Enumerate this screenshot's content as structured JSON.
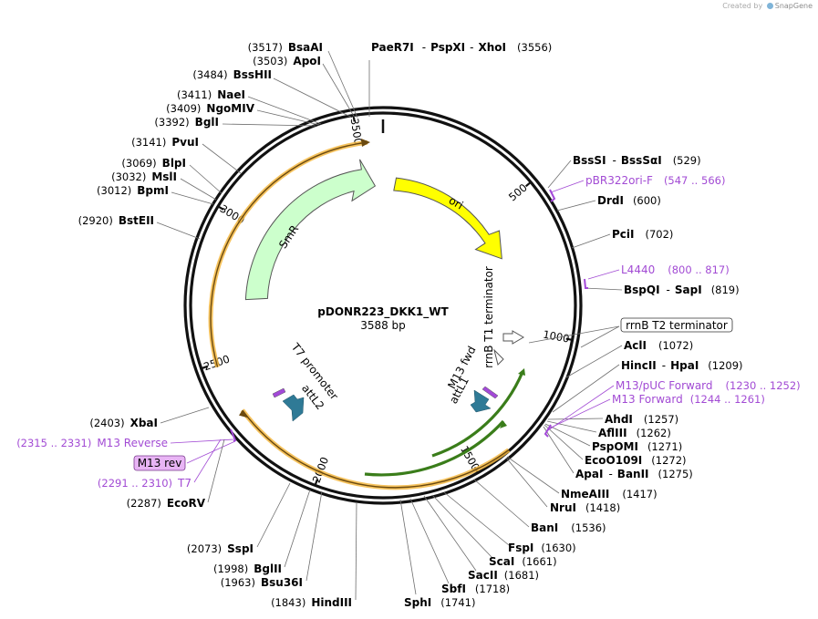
{
  "credit": {
    "prefix": "Created by",
    "brand": "SnapGene"
  },
  "plasmid": {
    "name": "pDONR223_DKK1_WT",
    "size_label": "3588 bp",
    "length": 3588
  },
  "ruler": [
    {
      "pos": 500,
      "label": "500"
    },
    {
      "pos": 1000,
      "label": "1000"
    },
    {
      "pos": 1500,
      "label": "1500"
    },
    {
      "pos": 2000,
      "label": "2000"
    },
    {
      "pos": 2500,
      "label": "2500"
    },
    {
      "pos": 3000,
      "label": "3000"
    },
    {
      "pos": 3500,
      "label": "3500"
    }
  ],
  "features": [
    {
      "name": "SmR",
      "color": "#ccffcc",
      "stroke": "#555555"
    },
    {
      "name": "ori",
      "color": "#ffff00",
      "stroke": "#555555"
    },
    {
      "name": "rrnB T1 terminator",
      "color": "#ffffff",
      "stroke": "#555555"
    },
    {
      "name": "M13 fwd",
      "color": "#a349d8"
    },
    {
      "name": "attL1",
      "color": "#2f7a96"
    },
    {
      "name": "T7 promoter",
      "color": "#a349d8"
    },
    {
      "name": "attL2",
      "color": "#2f7a96"
    },
    {
      "name": "ORF arc",
      "color": "#3a7d1a"
    },
    {
      "name": "ORF highlight",
      "color": "#f5b942"
    }
  ],
  "labels": {
    "paer7i": {
      "name": "PaeR7I",
      "sep1": "-",
      "name2": "PspXI",
      "sep2": "-",
      "name3": "XhoI",
      "pos": "(3556)"
    },
    "bsaai": {
      "pos": "(3517)",
      "name": "BsaAI"
    },
    "apoi": {
      "pos": "(3503)",
      "name": "ApoI"
    },
    "bsshii": {
      "pos": "(3484)",
      "name": "BssHII"
    },
    "naei": {
      "pos": "(3411)",
      "name": "NaeI"
    },
    "ngomiv": {
      "pos": "(3409)",
      "name": "NgoMIV"
    },
    "bgli": {
      "pos": "(3392)",
      "name": "BglI"
    },
    "pvui": {
      "pos": "(3141)",
      "name": "PvuI"
    },
    "blpi": {
      "pos": "(3069)",
      "name": "BlpI"
    },
    "msli": {
      "pos": "(3032)",
      "name": "MslI"
    },
    "bpmi": {
      "pos": "(3012)",
      "name": "BpmI"
    },
    "bsteii": {
      "pos": "(2920)",
      "name": "BstEII"
    },
    "xbai": {
      "pos": "(2403)",
      "name": "XbaI"
    },
    "m13rev_primer": {
      "pos": "(2315 .. 2331)",
      "name": "M13 Reverse"
    },
    "m13rev_box": {
      "name": "M13 rev"
    },
    "t7_primer": {
      "pos": "(2291 .. 2310)",
      "name": "T7"
    },
    "ecorv": {
      "pos": "(2287)",
      "name": "EcoRV"
    },
    "sspi": {
      "pos": "(2073)",
      "name": "SspI"
    },
    "bglii": {
      "pos": "(1998)",
      "name": "BglII"
    },
    "bsu36i": {
      "pos": "(1963)",
      "name": "Bsu36I"
    },
    "hindiii": {
      "pos": "(1843)",
      "name": "HindIII"
    },
    "sphi": {
      "name": "SphI",
      "pos": "(1741)"
    },
    "sbfi": {
      "name": "SbfI",
      "pos": "(1718)"
    },
    "sacii": {
      "name": "SacII",
      "pos": "(1681)"
    },
    "scai": {
      "name": "ScaI",
      "pos": "(1661)"
    },
    "fspi": {
      "name": "FspI",
      "pos": "(1630)"
    },
    "bani": {
      "name": "BanI",
      "pos": "(1536)"
    },
    "nrui": {
      "name": "NruI",
      "pos": "(1418)"
    },
    "nmeaiii": {
      "name": "NmeAIII",
      "pos": "(1417)"
    },
    "apai": {
      "name": "ApaI",
      "sep": "-",
      "name2": "BanII",
      "pos": "(1275)"
    },
    "eco0109i": {
      "name": "EcoO109I",
      "pos": "(1272)"
    },
    "pspomi": {
      "name": "PspOMI",
      "pos": "(1271)"
    },
    "aflii": {
      "name": "AflIII",
      "pos": "(1262)"
    },
    "ahdi": {
      "name": "AhdI",
      "pos": "(1257)"
    },
    "m13fwd_primer": {
      "name": "M13 Forward",
      "pos": "(1244 .. 1261)"
    },
    "m13puc_primer": {
      "name": "M13/pUC Forward",
      "pos": "(1230 .. 1252)"
    },
    "hincii": {
      "name": "HincII",
      "sep": "-",
      "name2": "HpaI",
      "pos": "(1209)"
    },
    "acli": {
      "name": "AclI",
      "pos": "(1072)"
    },
    "rrnbt2": {
      "name": "rrnB T2 terminator"
    },
    "bspqi": {
      "name": "BspQI",
      "sep": "-",
      "name2": "SapI",
      "pos": "(819)"
    },
    "l4440": {
      "name": "L4440",
      "pos": "(800 .. 817)"
    },
    "pcii": {
      "name": "PciI",
      "pos": "(702)"
    },
    "drdi": {
      "name": "DrdI",
      "pos": "(600)"
    },
    "pbr322ori": {
      "name": "pBR322ori-F",
      "pos": "(547 .. 566)"
    },
    "bsssi": {
      "name": "BssSI",
      "sep": "-",
      "name2": "BssSαI",
      "pos": "(529)"
    }
  }
}
